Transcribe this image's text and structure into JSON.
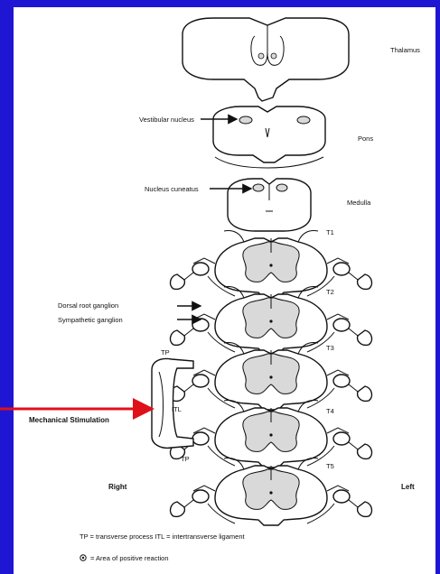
{
  "labels": {
    "thalamus": "Thalamus",
    "pons": "Pons",
    "medulla": "Medulla",
    "vestibular": "Vestibular nucleus",
    "cuneatus": "Nucleus cuneatus",
    "t1": "T1",
    "t2": "T2",
    "t3": "T3",
    "t4": "T4",
    "t5": "T5",
    "drg": "Dorsal root ganglion",
    "symp": "Sympathetic ganglion",
    "tp_top": "TP",
    "tp_bottom": "TP",
    "itl": "ITL",
    "mech": "Mechanical Stimulation",
    "right": "Right",
    "left": "Left",
    "legend_abbrev": "TP = transverse process   ITL = intertransverse ligament",
    "legend_positive": "= Area of positive reaction"
  },
  "colors": {
    "background": "#1E16D2",
    "panel": "#FFFFFF",
    "stimulus_arrow": "#E0101A",
    "ink": "#111111"
  }
}
